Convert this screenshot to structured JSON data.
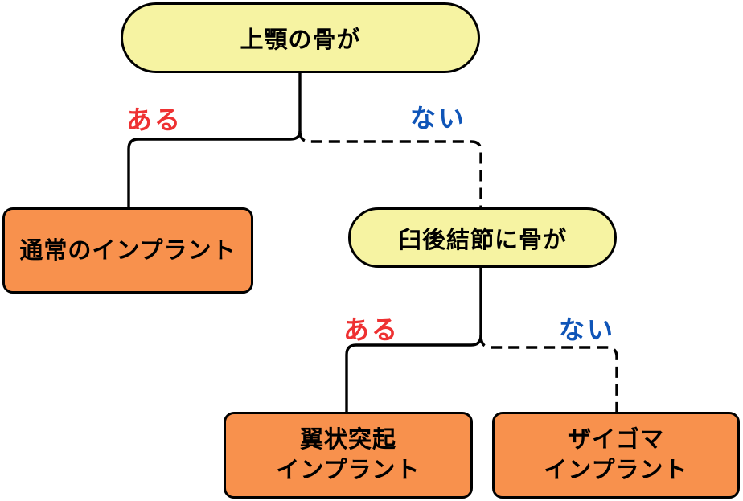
{
  "colors": {
    "node_yellow": "#f6f3a2",
    "node_orange": "#f8914d",
    "label_yes": "#ee3132",
    "label_no": "#0f55b8",
    "line_color": "#000000"
  },
  "nodes": {
    "root": {
      "label": "上顎の骨が"
    },
    "normal": {
      "label": "通常のインプラント"
    },
    "retromolar": {
      "label": "臼後結節に骨が"
    },
    "pterygoid": {
      "line1": "翼状突起",
      "line2": "インプラント"
    },
    "zygoma": {
      "line1": "ザイゴマ",
      "line2": "インプラント"
    }
  },
  "edges": {
    "root_yes": "ある",
    "root_no": "ない",
    "retromolar_yes": "ある",
    "retromolar_no": "ない"
  }
}
